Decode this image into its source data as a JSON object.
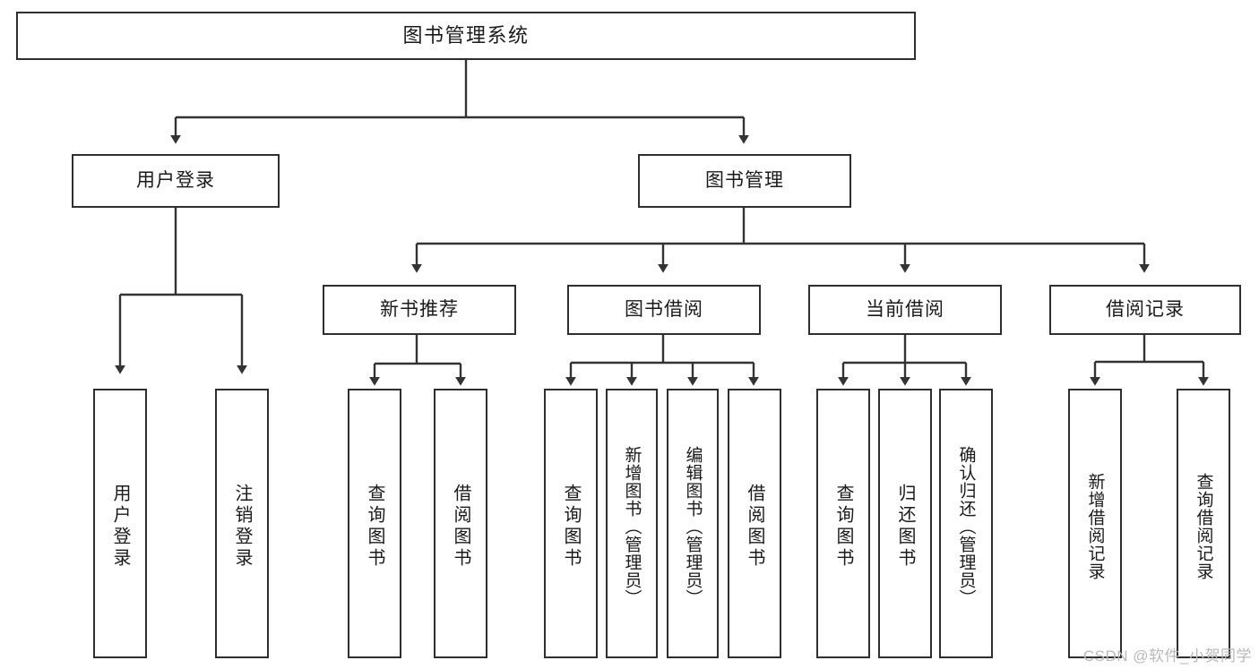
{
  "diagram": {
    "title": "图书管理系统",
    "watermark": "CSDN @软件_小贺同学",
    "colors": {
      "box_border": "#2f2f2f",
      "box_fill": "#ffffff",
      "edge": "#333333",
      "text": "#1a1a1a",
      "watermark": "#b9b9b9"
    },
    "levels": {
      "root": "图书管理系统",
      "level2": [
        "用户登录",
        "图书管理"
      ],
      "level3": [
        "新书推荐",
        "图书借阅",
        "当前借阅",
        "借阅记录"
      ]
    },
    "nodes": {
      "root": {
        "label": "图书管理系统"
      },
      "user_login": {
        "label": "用户登录"
      },
      "book_manage": {
        "label": "图书管理"
      },
      "new_book_rec": {
        "label": "新书推荐"
      },
      "book_borrow": {
        "label": "图书借阅"
      },
      "current_borrow": {
        "label": "当前借阅"
      },
      "borrow_record": {
        "label": "借阅记录"
      },
      "leaf_user_login": {
        "label": "用户登录"
      },
      "leaf_logout": {
        "label": "注销登录"
      },
      "leaf_query_book_1": {
        "label": "查询图书"
      },
      "leaf_borrow_book_1": {
        "label": "借阅图书"
      },
      "leaf_query_book_2": {
        "label": "查询图书"
      },
      "leaf_add_book_admin": {
        "label": "新增图书（管理员）"
      },
      "leaf_edit_book_admin": {
        "label": "编辑图书（管理员）"
      },
      "leaf_borrow_book_2": {
        "label": "借阅图书"
      },
      "leaf_query_book_3": {
        "label": "查询图书"
      },
      "leaf_return_book": {
        "label": "归还图书"
      },
      "leaf_confirm_return_admin": {
        "label": "确认归还（管理员）"
      },
      "leaf_add_record": {
        "label": "新增借阅记录"
      },
      "leaf_query_record": {
        "label": "查询借阅记录"
      }
    },
    "tree": {
      "图书管理系统": {
        "用户登录": [
          "用户登录",
          "注销登录"
        ],
        "图书管理": {
          "新书推荐": [
            "查询图书",
            "借阅图书"
          ],
          "图书借阅": [
            "查询图书",
            "新增图书（管理员）",
            "编辑图书（管理员）",
            "借阅图书"
          ],
          "当前借阅": [
            "查询图书",
            "归还图书",
            "确认归还（管理员）"
          ],
          "借阅记录": [
            "新增借阅记录",
            "查询借阅记录"
          ]
        }
      }
    }
  }
}
